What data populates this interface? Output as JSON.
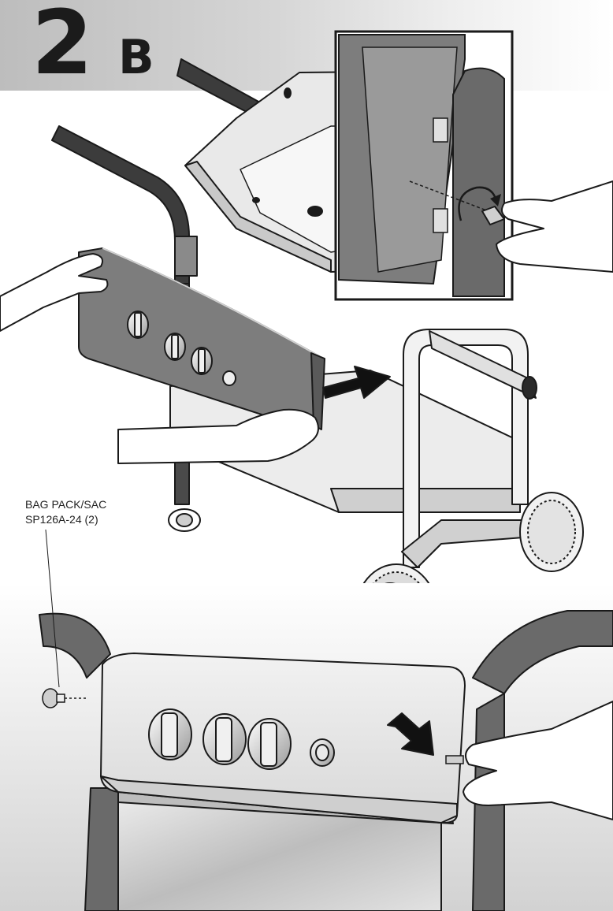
{
  "step": {
    "number": "2",
    "letter": "B"
  },
  "callout": {
    "line1": "BAG PACK/SAC",
    "line2": "SP126A-24 (2)"
  },
  "icons": [
    "gas-grill-illustration",
    "hand-icon",
    "arrow-icon",
    "rotate-arrow-icon",
    "control-knob-icon",
    "igniter-button-icon",
    "screw-icon",
    "wheel-icon"
  ],
  "colors": {
    "dark_panel": "#7d7d7d",
    "frame_gray": "#6a6a6a",
    "light_metal": "#e6e6e6",
    "outline": "#1a1a1a",
    "header_gray": "#c8c8c8"
  }
}
